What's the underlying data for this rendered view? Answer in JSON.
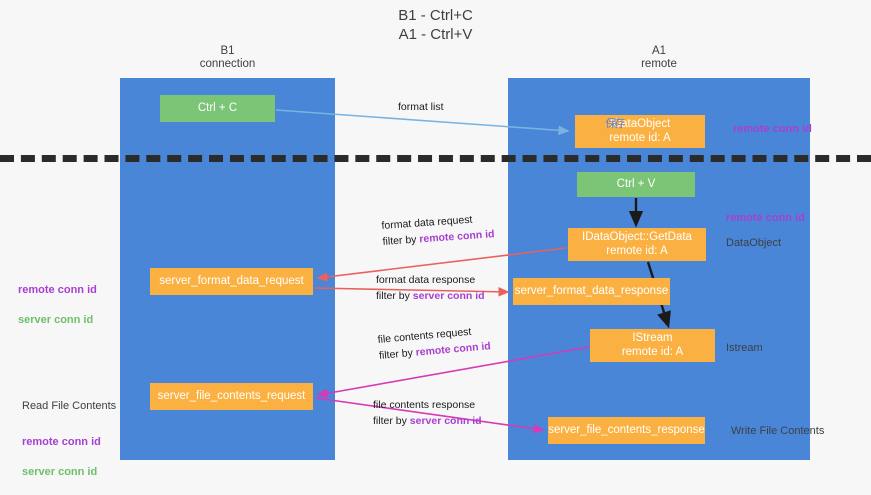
{
  "diagram": {
    "title": "B1 - Ctrl+C\nA1 - Ctrl+V",
    "columns": [
      {
        "id": "b1",
        "heading": "B1\nconnection"
      },
      {
        "id": "a1",
        "heading": "A1\nremote"
      }
    ],
    "nodes": {
      "ctrl_c": "Ctrl + C",
      "store_dataobject_cjk": "保存",
      "store_dataobject": "IDataObject\nremote id: A",
      "ctrl_v": "Ctrl + V",
      "getdata": "IDataObject::GetData\nremote id: A",
      "server_format_data_request": "server_format_data_request",
      "server_format_data_response": "server_format_data_response",
      "istream": "IStream\nremote id: A",
      "server_file_contents_request": "server_file_contents_request",
      "server_file_contents_response": "server_file_contents_response"
    },
    "edge_labels": {
      "format_list": "format list",
      "format_data_request_l1": "format data request",
      "format_data_request_l2_pre": "filter by ",
      "format_data_request_l2_hi": "remote conn id",
      "format_data_response_l1": "format data response",
      "format_data_response_l2_pre": "filter by ",
      "format_data_response_l2_hi": "server conn id",
      "file_contents_request_l1": "file contents request",
      "file_contents_request_l2_pre": "filter by ",
      "file_contents_request_l2_hi": "remote conn id",
      "file_contents_response_l1": "file contents response",
      "file_contents_response_l2_pre": "filter by ",
      "file_contents_response_l2_hi": "server conn id"
    },
    "side_labels": {
      "remote_conn_id_top": "remote conn id",
      "remote_conn_id_mid": "remote conn id",
      "data_object": "DataObject",
      "istream": "Istream",
      "write_file_contents": "Write File Contents",
      "left_remote_conn_id": "remote conn id",
      "left_server_conn_id": "server conn id",
      "read_file_contents": "Read File Contents",
      "left2_remote_conn_id": "remote conn id",
      "left2_server_conn_id": "server conn id"
    },
    "colors": {
      "column": "#4a86d8",
      "node_orange": "#fbb142",
      "node_green": "#7cc576",
      "accent_purple": "#a83fd0",
      "accent_green": "#6fbf6a",
      "arrow_blue": "#7ab3e0",
      "arrow_red": "#e8615c",
      "arrow_magenta": "#d63ab5",
      "arrow_black": "#1a1a1a",
      "background": "#f7f7f7"
    }
  }
}
